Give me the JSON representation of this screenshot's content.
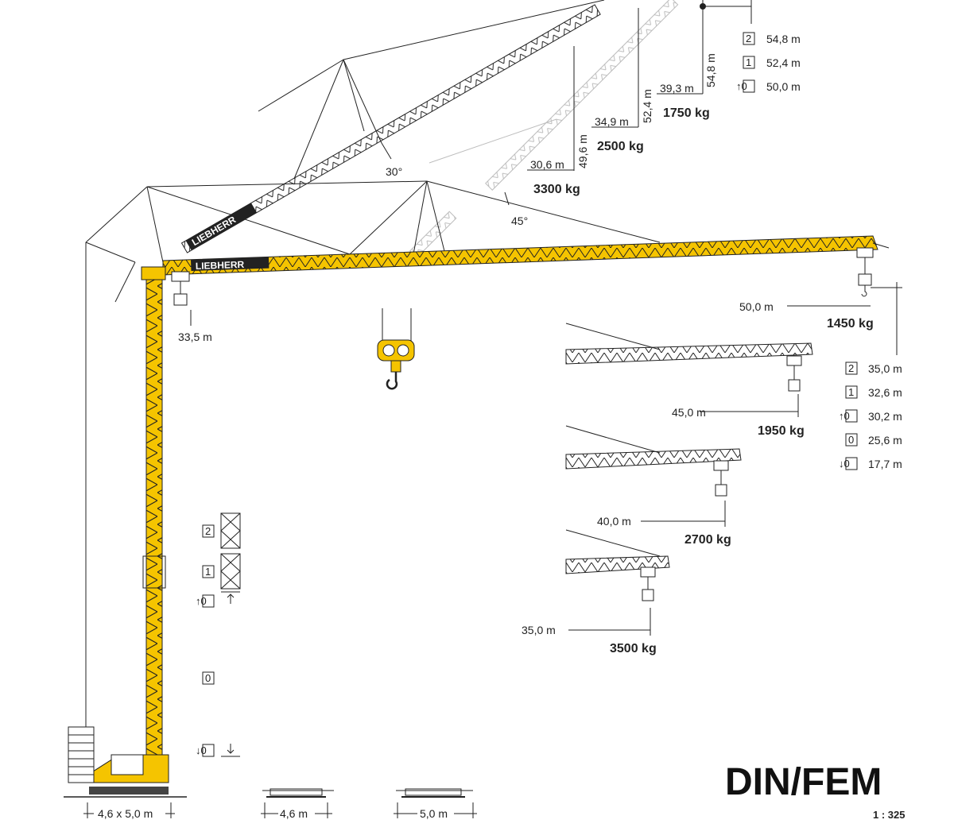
{
  "jib_45": {
    "heights": [
      {
        "mark": "2",
        "value": "54,8 m"
      },
      {
        "mark": "1",
        "value": "52,4 m"
      },
      {
        "mark": "↑0",
        "value": "50,0 m"
      }
    ],
    "radius_labels": [
      {
        "radius": "39,3 m",
        "height": "54,8 m",
        "load": "1750 kg"
      },
      {
        "radius": "34,9 m",
        "height": "52,4 m",
        "load": "2500 kg"
      },
      {
        "radius": "30,6 m",
        "height": "49,6 m",
        "load": "3300 kg"
      }
    ],
    "angle_30": "30°",
    "angle_45": "45°",
    "brand": "LIEBHERR"
  },
  "jib_horizontal": {
    "brand": "LIEBHERR",
    "radius_min": "33,5 m",
    "radius_max": "50,0 m",
    "load_max": "1450 kg"
  },
  "jib_variants": [
    {
      "radius": "45,0 m",
      "load": "1950 kg"
    },
    {
      "radius": "40,0 m",
      "load": "2700 kg"
    },
    {
      "radius": "35,0 m",
      "load": "3500 kg"
    }
  ],
  "hook_heights": [
    {
      "mark": "2",
      "value": "35,0 m"
    },
    {
      "mark": "1",
      "value": "32,6 m"
    },
    {
      "mark": "↑0",
      "value": "30,2 m"
    },
    {
      "mark": "0",
      "value": "25,6 m"
    },
    {
      "mark": "↓0",
      "value": "17,7 m"
    }
  ],
  "tower_marks": [
    "2",
    "1",
    "↑0",
    "0",
    "↓0"
  ],
  "base": [
    {
      "label": "4,6 x 5,0 m"
    },
    {
      "label": "4,6 m"
    },
    {
      "label": "5,0 m"
    }
  ],
  "title": "DIN/FEM",
  "scale": "1 : 325",
  "colors": {
    "crane": "#f5c400",
    "lines": "#222222",
    "ghost": "#bdbdbd"
  }
}
